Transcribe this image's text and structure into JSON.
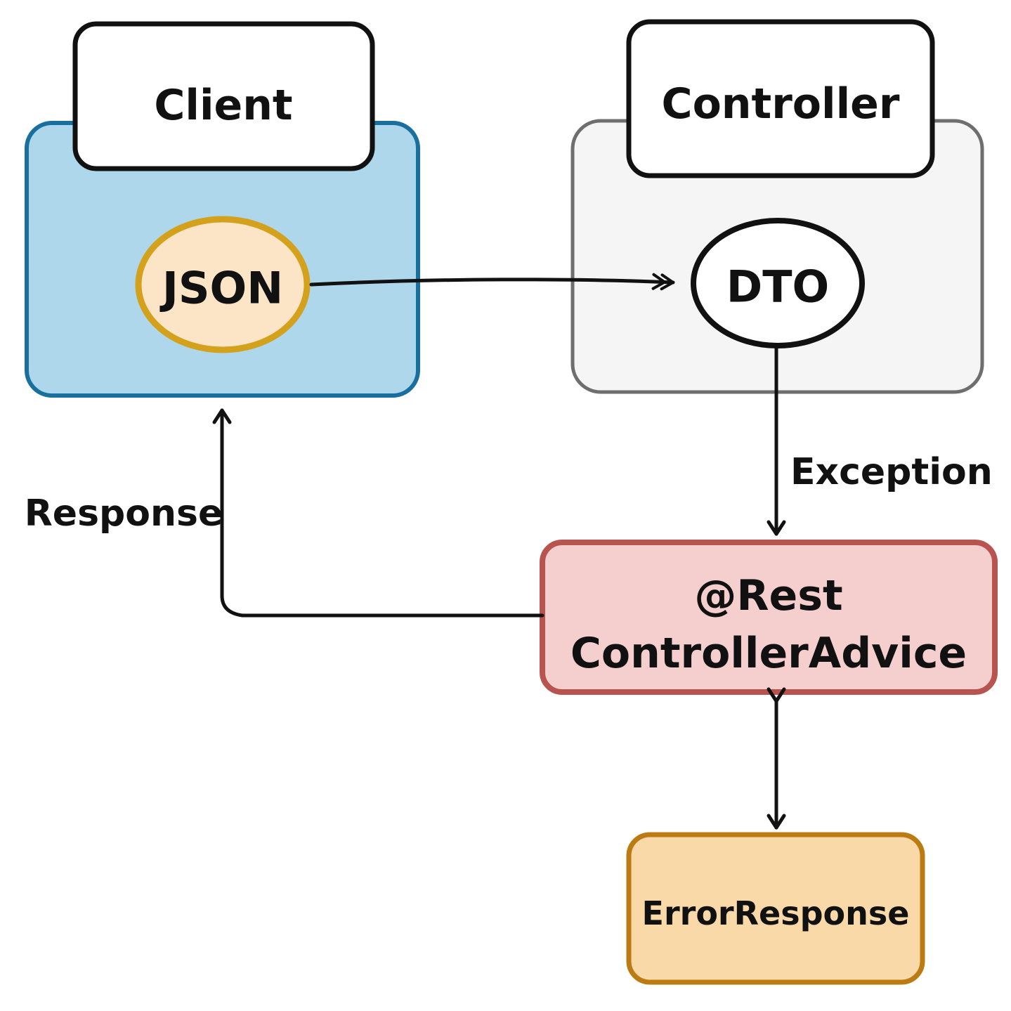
{
  "diagram": {
    "nodes": {
      "client": {
        "label": "Client"
      },
      "json": {
        "label": "JSON"
      },
      "controller": {
        "label": "Controller"
      },
      "dto": {
        "label": "DTO"
      },
      "rest_controller_advice": {
        "label_line1": "@Rest",
        "label_line2": "ControllerAdvice"
      },
      "error_response": {
        "label": "ErrorResponse"
      }
    },
    "edge_labels": {
      "exception": "Exception",
      "response": "Response"
    },
    "colors": {
      "client_fill": "#aed7eb",
      "client_stroke": "#19709f",
      "label_box_fill": "#ffffff",
      "label_box_stroke": "#111111",
      "controller_fill": "#f5f5f5",
      "controller_stroke": "#6e6e6e",
      "json_fill": "#fce5c7",
      "json_stroke": "#d3a11c",
      "dto_fill": "#ffffff",
      "dto_stroke": "#111111",
      "advice_fill": "#f5cfce",
      "advice_stroke": "#b85450",
      "error_fill": "#f9d9a8",
      "error_stroke": "#bc7b12",
      "arrow": "#111111"
    }
  }
}
